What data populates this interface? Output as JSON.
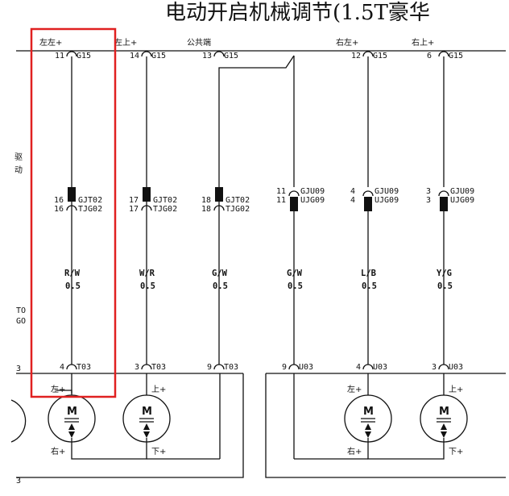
{
  "title": "电动开启机械调节(1.5T豪华",
  "side_labels": [
    "驱",
    "动",
    "TO",
    "GO",
    "3",
    "3"
  ],
  "columns": [
    {
      "top_label": "左左+",
      "pin_top": "11",
      "conn_top": "G15",
      "pin_mid_a": "16",
      "conn_mid_a": "GJT02",
      "pin_mid_b": "16",
      "conn_mid_b": "TJG02",
      "wire_color": "R/W",
      "wire_size": "0.5",
      "pin_bot": "4",
      "conn_bot": "T03"
    },
    {
      "top_label": "左上+",
      "pin_top": "14",
      "conn_top": "G15",
      "pin_mid_a": "17",
      "conn_mid_a": "GJT02",
      "pin_mid_b": "17",
      "conn_mid_b": "TJG02",
      "wire_color": "W/R",
      "wire_size": "0.5",
      "pin_bot": "3",
      "conn_bot": "T03"
    },
    {
      "top_label": "公共端",
      "pin_top": "13",
      "conn_top": "G15",
      "pin_mid_a": "18",
      "conn_mid_a": "GJT02",
      "pin_mid_b": "18",
      "conn_mid_b": "TJG02",
      "wire_color": "G/W",
      "wire_size": "0.5",
      "pin_bot": "9",
      "conn_bot": "T03"
    },
    {
      "top_label": "",
      "pin_top": "",
      "conn_top": "",
      "pin_mid_a": "11",
      "conn_mid_a": "GJU09",
      "pin_mid_b": "11",
      "conn_mid_b": "UJG09",
      "wire_color": "G/W",
      "wire_size": "0.5",
      "pin_bot": "9",
      "conn_bot": "U03"
    },
    {
      "top_label": "右左+",
      "pin_top": "12",
      "conn_top": "G15",
      "pin_mid_a": "4",
      "conn_mid_a": "GJU09",
      "pin_mid_b": "4",
      "conn_mid_b": "UJG09",
      "wire_color": "L/B",
      "wire_size": "0.5",
      "pin_bot": "4",
      "conn_bot": "U03"
    },
    {
      "top_label": "右上+",
      "pin_top": "6",
      "conn_top": "G15",
      "pin_mid_a": "3",
      "conn_mid_a": "GJU09",
      "pin_mid_b": "3",
      "conn_mid_b": "UJG09",
      "wire_color": "Y/G",
      "wire_size": "0.5",
      "pin_bot": "3",
      "conn_bot": "U03"
    }
  ],
  "motors": [
    {
      "symbol": "M",
      "label_top": "左+",
      "label_bottom": "右+"
    },
    {
      "symbol": "M",
      "label_top": "上+",
      "label_bottom": "下+"
    },
    {
      "symbol": "M",
      "label_top": "左+",
      "label_bottom": "右+"
    },
    {
      "symbol": "M",
      "label_top": "上+",
      "label_bottom": "下+"
    }
  ],
  "colors": {
    "wire": "#111111",
    "highlight": "#e02020",
    "background": "#ffffff"
  }
}
